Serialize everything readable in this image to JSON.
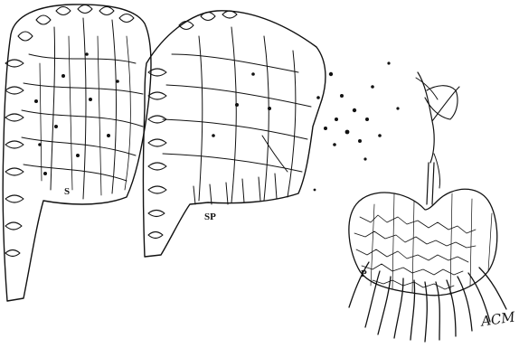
{
  "figure": {
    "panels": [
      {
        "id": "S",
        "label": "S"
      },
      {
        "id": "SP",
        "label": "SP"
      },
      {
        "id": "P",
        "label": "P"
      }
    ],
    "signature": "ACM"
  },
  "colors": {
    "ink": "#111111",
    "paper": "#ffffff"
  }
}
